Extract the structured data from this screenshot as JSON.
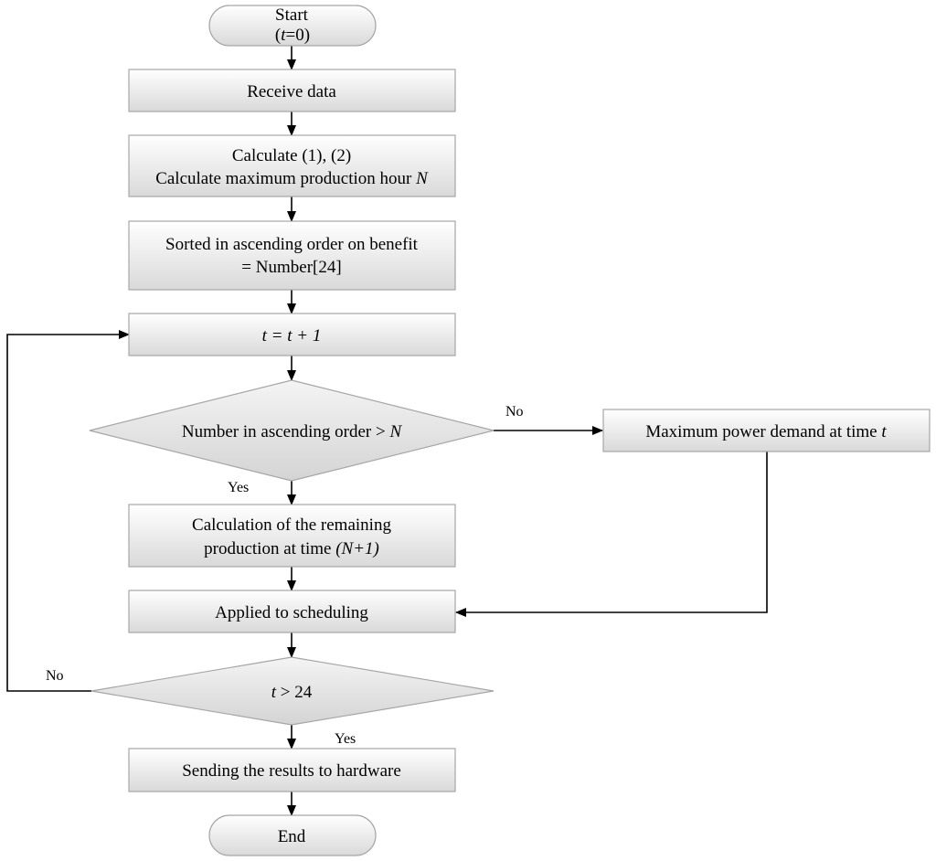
{
  "nodes": {
    "start": {
      "line1": "Start",
      "line2_open": "(",
      "line2_var": "t",
      "line2_rest": "=0)"
    },
    "receive": {
      "text": "Receive data"
    },
    "calc": {
      "line1": "Calculate (1), (2)",
      "line2_main": "Calculate maximum production hour ",
      "line2_var": "N"
    },
    "sorted": {
      "line1": "Sorted in ascending order on benefit",
      "line2": "= Number[24]"
    },
    "increment": {
      "text": "t = t + 1"
    },
    "decision1": {
      "main": "Number in ascending order > ",
      "var": "N"
    },
    "maxdemand": {
      "main": "Maximum power demand at time ",
      "var": "t"
    },
    "remaining": {
      "line1": "Calculation of the remaining",
      "line2_main": "production at time ",
      "line2_var": "(N+1)"
    },
    "applied": {
      "text": "Applied to scheduling"
    },
    "decision2": {
      "var": "t",
      "rest": " > 24"
    },
    "sending": {
      "text": "Sending the results to hardware"
    },
    "end": {
      "text": "End"
    }
  },
  "edge_labels": {
    "decision1_no": "No",
    "decision1_yes": "Yes",
    "decision2_no": "No",
    "decision2_yes": "Yes"
  },
  "colors": {
    "box_fill_top": "#ffffff",
    "box_fill_bottom": "#d9d9d9",
    "box_stroke": "#a6a6a6",
    "line": "#000000"
  }
}
